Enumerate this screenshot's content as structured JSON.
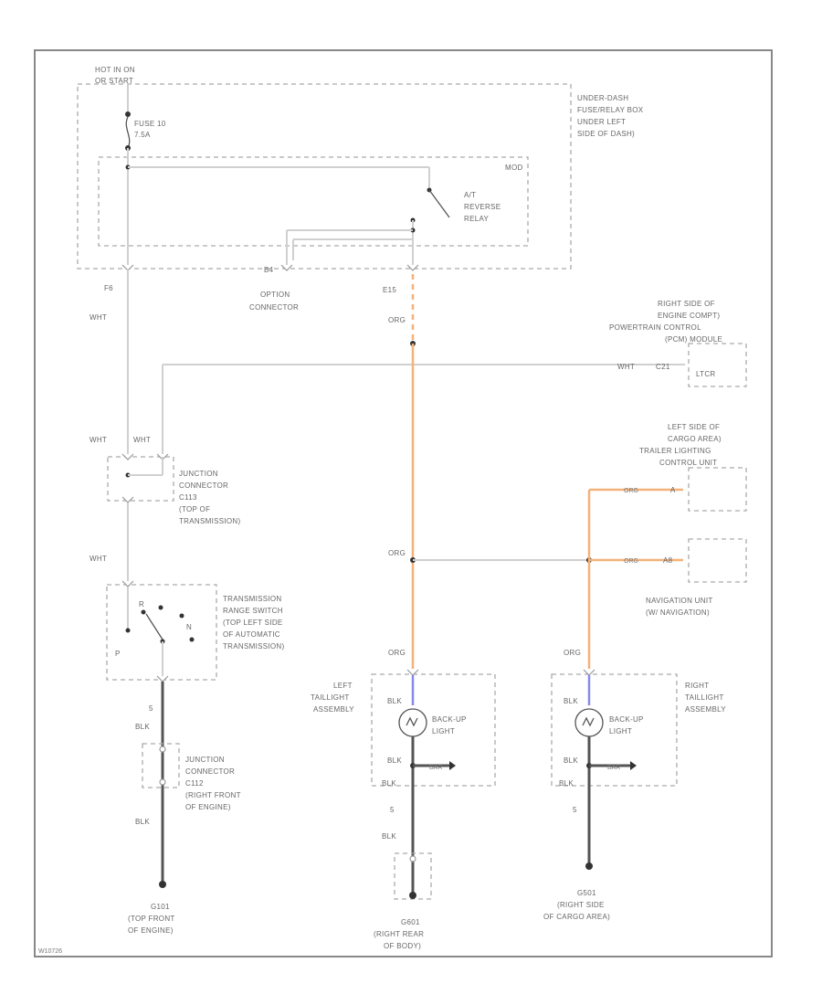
{
  "fuse_box": {
    "hot_line1": "HOT IN ON",
    "hot_line2": "OR START",
    "title_line1": "UNDER-DASH",
    "title_line2": "FUSE/RELAY BOX",
    "title_line3": "UNDER LEFT",
    "title_line4": "SIDE OF DASH)",
    "fuse_line1": "FUSE 10",
    "fuse_line2": "7.5A",
    "module": "MOD",
    "relay_line1": "A/T",
    "relay_line2": "REVERSE",
    "relay_line3": "RELAY",
    "pin_left": "F6",
    "pin_mid": "B4",
    "pin_right": "E15"
  },
  "option_connector": {
    "line1": "OPTION",
    "line2": "CONNECTOR"
  },
  "wire_labels": {
    "wht_1": "WHT",
    "wht_2": "WHT",
    "wht_3": "WHT",
    "wht_4": "WHT",
    "wht_pcm": "WHT",
    "pcm_pin": "C21",
    "org_1": "ORG",
    "org_2": "ORG",
    "org_3": "ORG",
    "org_4": "ORG",
    "org_t1": "ORG",
    "org_t2": "ORG",
    "org_nav_pin": "A8",
    "org_tr_pin": "A",
    "blk_1": "BLK",
    "blk_2": "BLK",
    "blk_3": "BLK",
    "blk_4": "BLK",
    "blk_5": "BLK",
    "blk_6": "BLK",
    "blk_7": "BLK",
    "blk_8": "BLK",
    "blk_9": "BLK",
    "num_5a": "5",
    "num_5b": "5",
    "num_5c": "5"
  },
  "pcm": {
    "line1": "RIGHT SIDE OF",
    "line2": "ENGINE COMPT)",
    "line3": "POWERTRAIN CONTROL",
    "line4": "(PCM) MODULE",
    "line5": "LTCR"
  },
  "trailer": {
    "line1": "LEFT SIDE OF",
    "line2": "CARGO AREA)",
    "line3": "TRAILER LIGHTING",
    "line4": "CONTROL UNIT"
  },
  "navigation": {
    "line1": "NAVIGATION UNIT",
    "line2": "(W/ NAVIGATION)"
  },
  "junction1": {
    "line1": "JUNCTION",
    "line2": "CONNECTOR",
    "line3": "C113",
    "line4": "(TOP OF",
    "line5": "TRANSMISSION)"
  },
  "trans_switch": {
    "line1": "TRANSMISSION",
    "line2": "RANGE SWITCH",
    "line3": "(TOP LEFT SIDE",
    "line4": "OF AUTOMATIC",
    "line5": "TRANSMISSION)",
    "r": "R",
    "p": "P",
    "n": "N"
  },
  "junction2": {
    "line1": "JUNCTION",
    "line2": "CONNECTOR",
    "line3": "C112",
    "line4": "(RIGHT FRONT",
    "line5": "OF ENGINE)"
  },
  "left_taillight": {
    "line1": "LEFT",
    "line2": "TAILLIGHT",
    "line3": "ASSEMBLY",
    "bulb1": "BACK-UP",
    "bulb2": "LIGHT",
    "tag": "BAR"
  },
  "right_taillight": {
    "line1": "RIGHT",
    "line2": "TAILLIGHT",
    "line3": "ASSEMBLY",
    "bulb1": "BACK-UP",
    "bulb2": "LIGHT",
    "tag": "BAR"
  },
  "grounds": {
    "g101_id": "G101",
    "g101_l1": "(TOP FRONT",
    "g101_l2": "OF ENGINE)",
    "g601_id": "G601",
    "g601_l1": "(RIGHT REAR",
    "g601_l2": "OF BODY)",
    "g501_id": "G501",
    "g501_l1": "(RIGHT SIDE",
    "g501_l2": "OF CARGO AREA)"
  },
  "footer": {
    "code": "W10726"
  }
}
